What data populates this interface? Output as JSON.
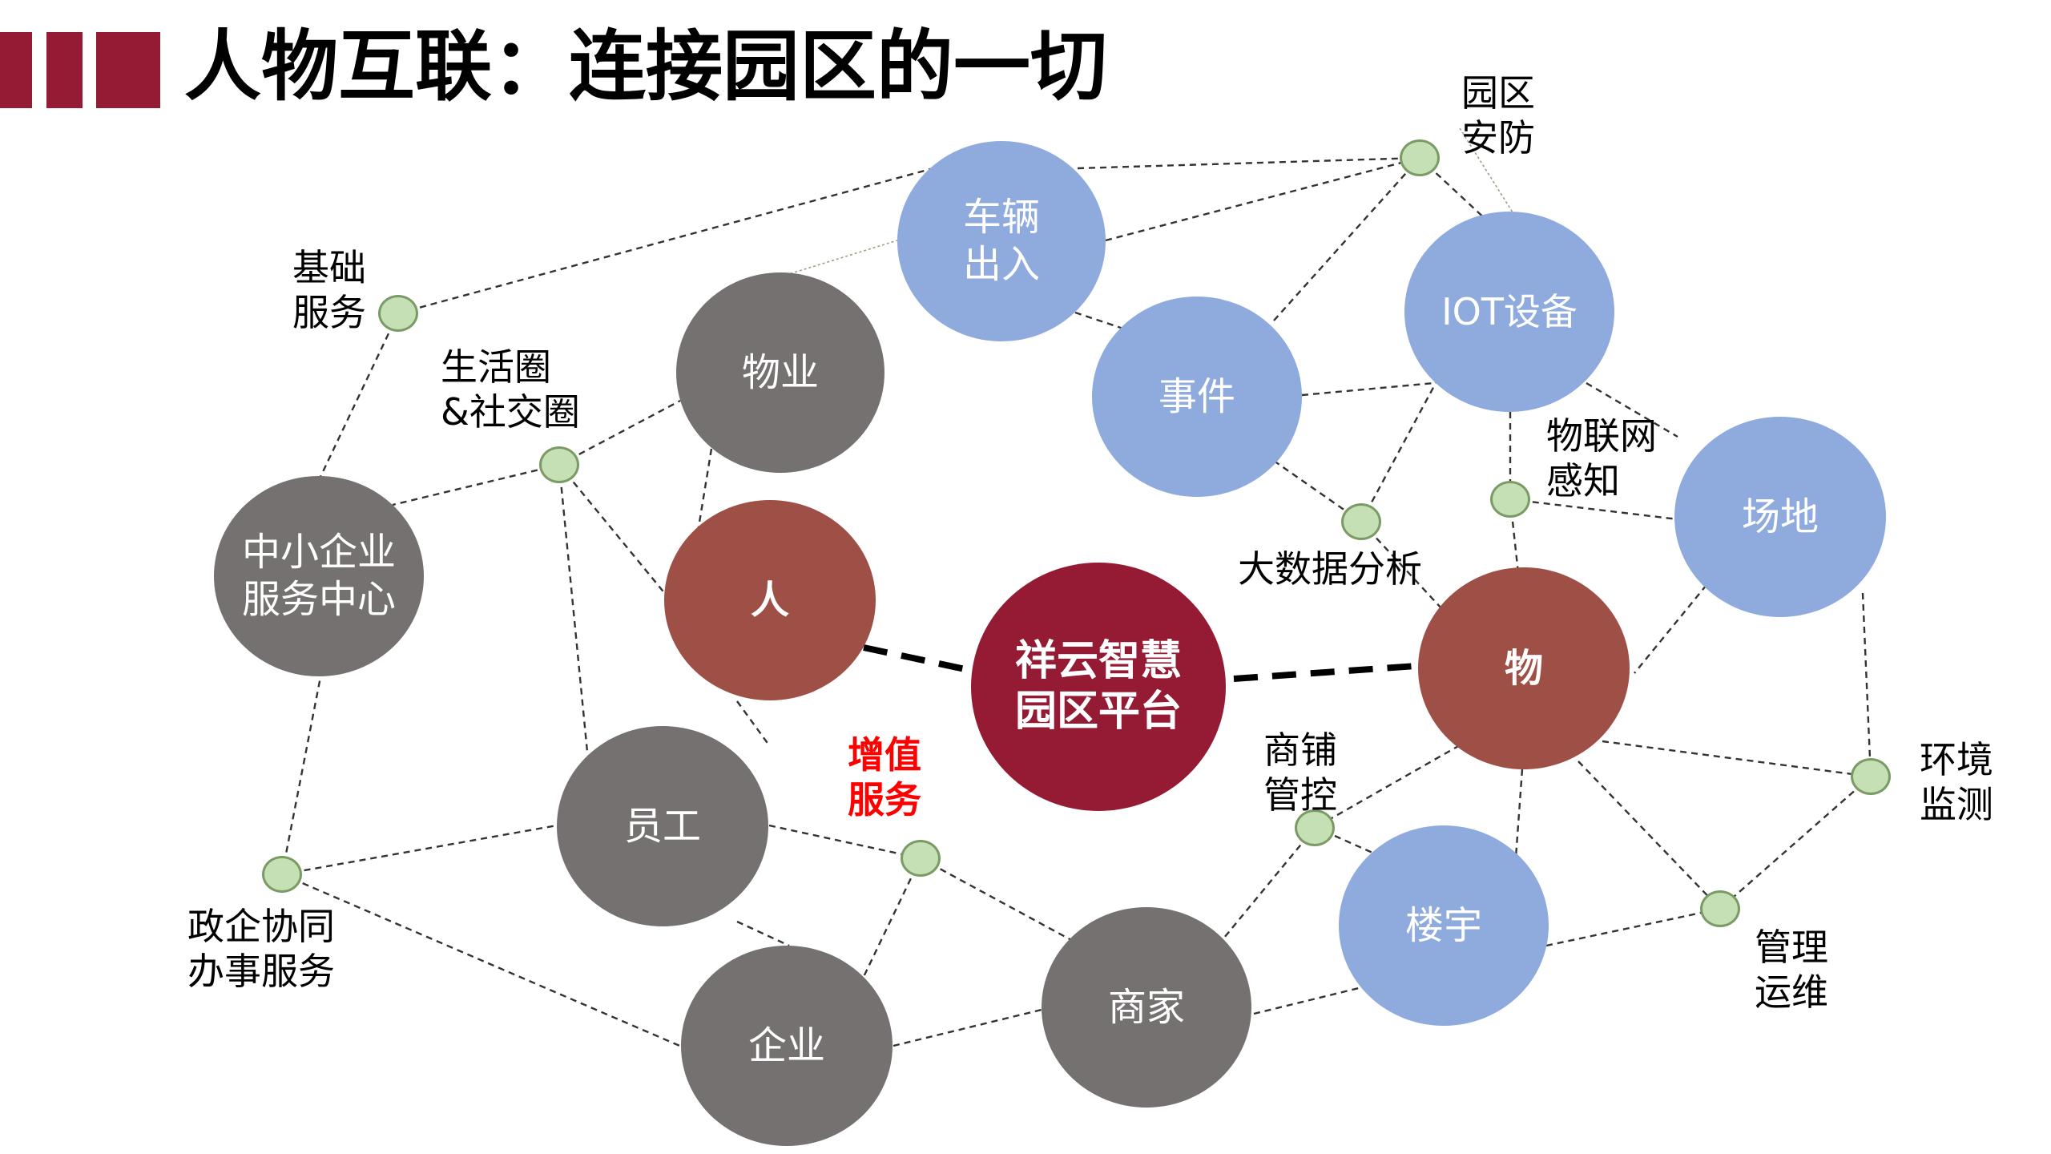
{
  "title": "人物互联：连接园区的一切",
  "colors": {
    "brand": "#951b35",
    "gray_node": "#757171",
    "blue_node": "#8faadc",
    "red_node": "#9e5047",
    "hub_fill": "#c5e0b4",
    "accent_text": "#ff0000"
  },
  "nodes": {
    "vehicle": "车辆\n出入",
    "property": "物业",
    "event": "事件",
    "iot": "IOT设备",
    "sme": "中小企业\n服务中心",
    "person": "人",
    "platform": "祥云智慧\n园区平台",
    "thing": "物",
    "venue": "场地",
    "staff": "员工",
    "enterprise": "企业",
    "merchant": "商家",
    "building": "楼宇"
  },
  "labels": {
    "security": "园区\n安防",
    "basic": "基础\n服务",
    "social": "生活圈\n&社交圈",
    "iot_sense": "物联网\n感知",
    "bigdata": "大数据分析",
    "value_added": "增值\n服务",
    "shop": "商铺\n管控",
    "environment": "环境\n监测",
    "gov": "政企协同\n办事服务",
    "ops": "管理\n运维"
  }
}
